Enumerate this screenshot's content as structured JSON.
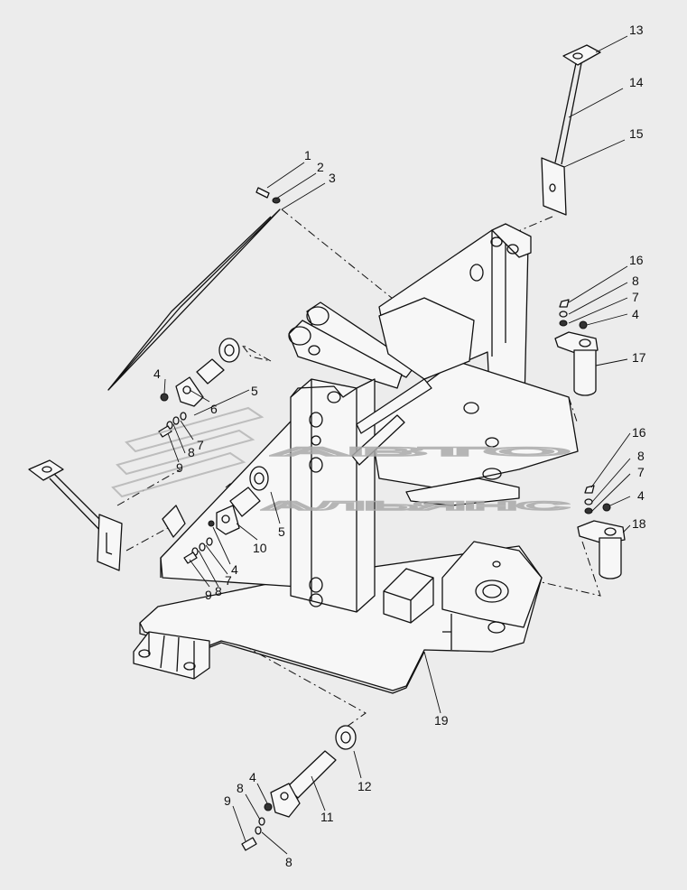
{
  "watermark": {
    "line1": "АВТО",
    "line2": "АЛЬЯНС"
  },
  "callouts": [
    {
      "id": "c1",
      "label": "1"
    },
    {
      "id": "c2",
      "label": "2"
    },
    {
      "id": "c3",
      "label": "3"
    },
    {
      "id": "c4a",
      "label": "4"
    },
    {
      "id": "c5a",
      "label": "5"
    },
    {
      "id": "c6",
      "label": "6"
    },
    {
      "id": "c7a",
      "label": "7"
    },
    {
      "id": "c8a",
      "label": "8"
    },
    {
      "id": "c9a",
      "label": "9"
    },
    {
      "id": "c5b",
      "label": "5"
    },
    {
      "id": "c10",
      "label": "10"
    },
    {
      "id": "c4b",
      "label": "4"
    },
    {
      "id": "c7b",
      "label": "7"
    },
    {
      "id": "c8b",
      "label": "8"
    },
    {
      "id": "c9b",
      "label": "9"
    },
    {
      "id": "c13",
      "label": "13"
    },
    {
      "id": "c14",
      "label": "14"
    },
    {
      "id": "c15",
      "label": "15"
    },
    {
      "id": "c16a",
      "label": "16"
    },
    {
      "id": "c8c",
      "label": "8"
    },
    {
      "id": "c7c",
      "label": "7"
    },
    {
      "id": "c4c",
      "label": "4"
    },
    {
      "id": "c17",
      "label": "17"
    },
    {
      "id": "c16b",
      "label": "16"
    },
    {
      "id": "c8d",
      "label": "8"
    },
    {
      "id": "c7d",
      "label": "7"
    },
    {
      "id": "c4d",
      "label": "4"
    },
    {
      "id": "c18",
      "label": "18"
    },
    {
      "id": "c19",
      "label": "19"
    },
    {
      "id": "c12",
      "label": "12"
    },
    {
      "id": "c11",
      "label": "11"
    },
    {
      "id": "c4e",
      "label": "4"
    },
    {
      "id": "c8e",
      "label": "8"
    },
    {
      "id": "c9c",
      "label": "9"
    },
    {
      "id": "c8f",
      "label": "8"
    }
  ]
}
